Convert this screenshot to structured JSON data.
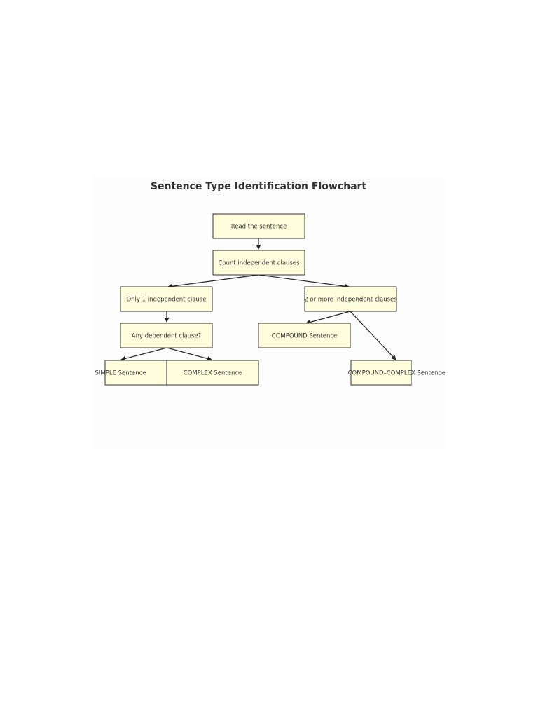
{
  "diagram": {
    "title": "Sentence Type Identification Flowchart",
    "colors": {
      "node_fill": "#ffffdd",
      "node_border": "#333333",
      "edge": "#222222",
      "text": "#333333"
    },
    "nodes": {
      "read": "Read the sentence",
      "count": "Count independent clauses",
      "one": "Only 1 independent clause",
      "two_plus": "2 or more independent clauses",
      "dependent": "Any dependent clause?",
      "compound": "COMPOUND Sentence",
      "simple": "SIMPLE Sentence",
      "complex": "COMPLEX Sentence",
      "compound_complex": "COMPOUND–COMPLEX Sentence"
    }
  }
}
